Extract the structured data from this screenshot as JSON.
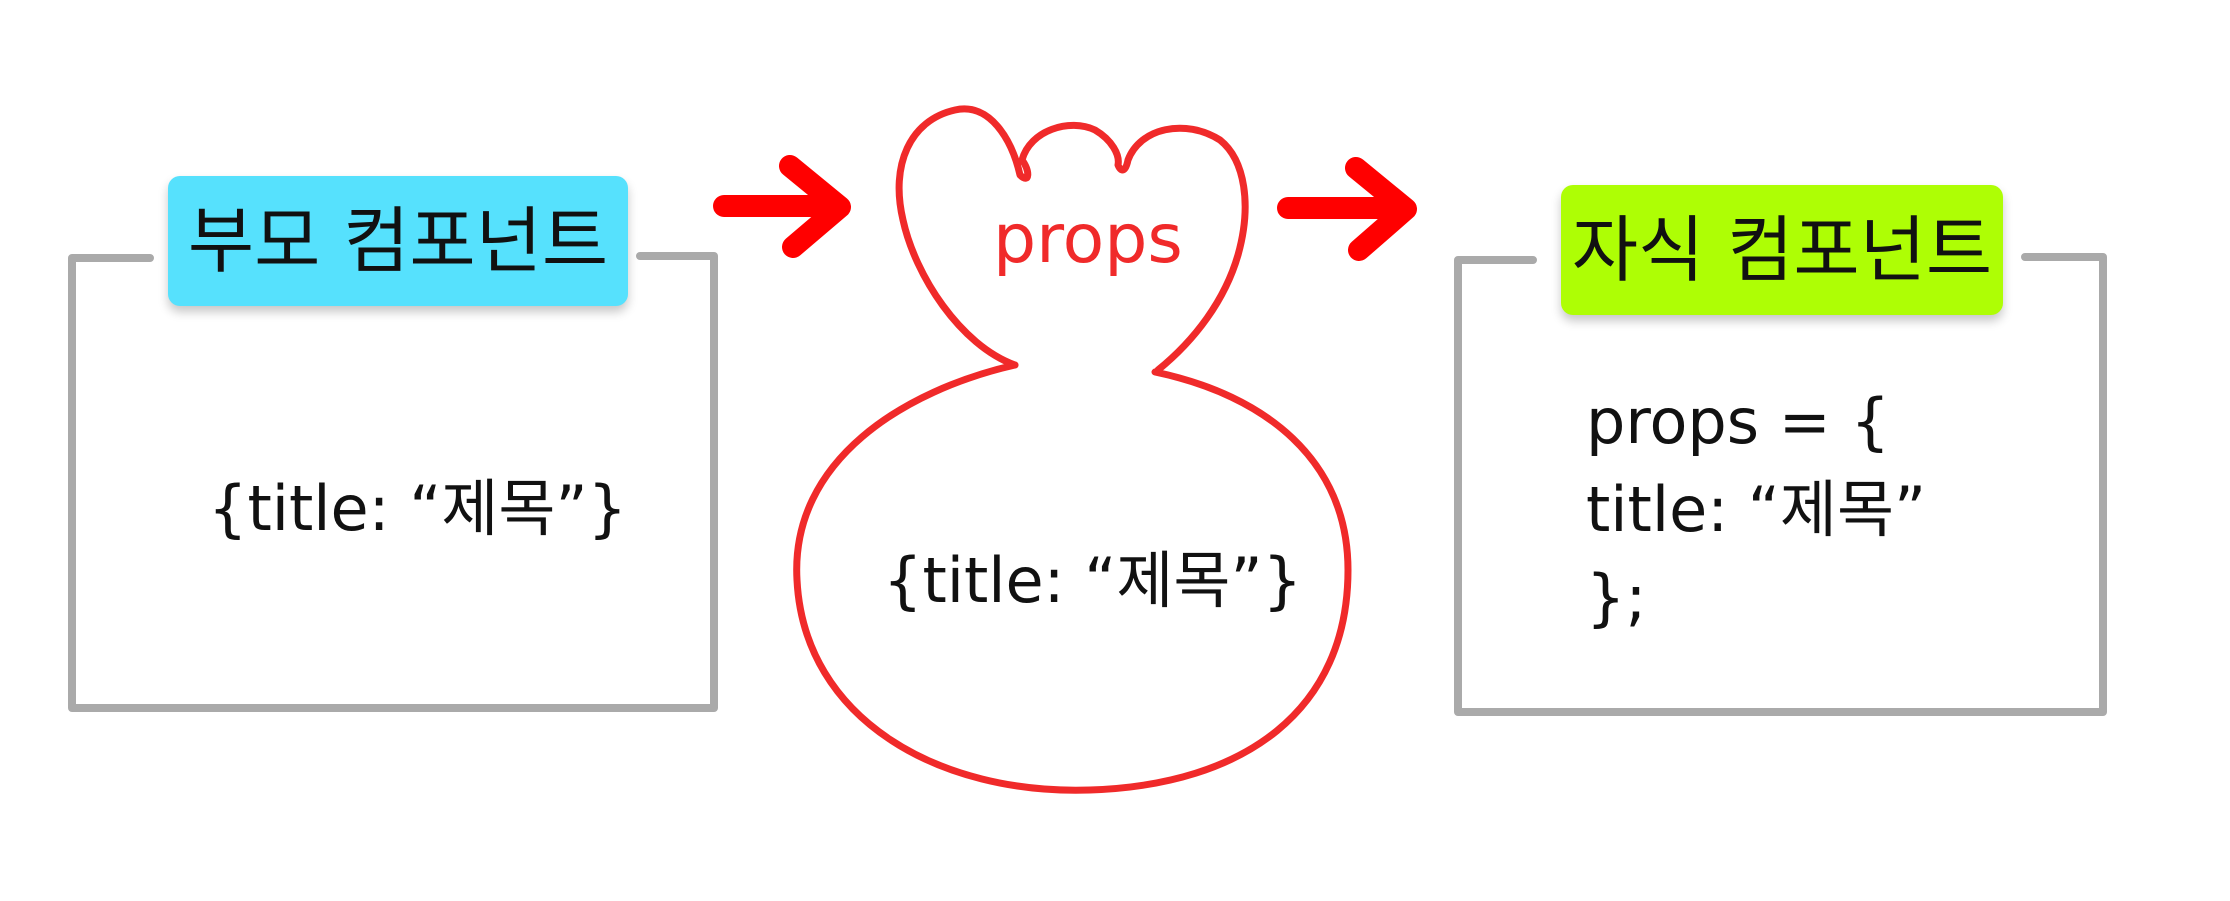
{
  "colors": {
    "accent_red": "#f02a2a",
    "arrow_red": "#ff0000",
    "box_border": "#aaaaaa",
    "parent_label_bg": "#56e1fd",
    "child_label_bg": "#aefe05",
    "text": "#111111"
  },
  "parent": {
    "label": "부모 컴포넌트",
    "content": "{title: “제목”}"
  },
  "props_bag": {
    "label": "props",
    "content": "{title: “제목”}"
  },
  "child": {
    "label": "자식 컴포넌트",
    "code_lines": [
      "props = {",
      "title: “제목”",
      "};"
    ]
  },
  "icons": [
    "arrow-right-icon",
    "arrow-right-icon"
  ]
}
